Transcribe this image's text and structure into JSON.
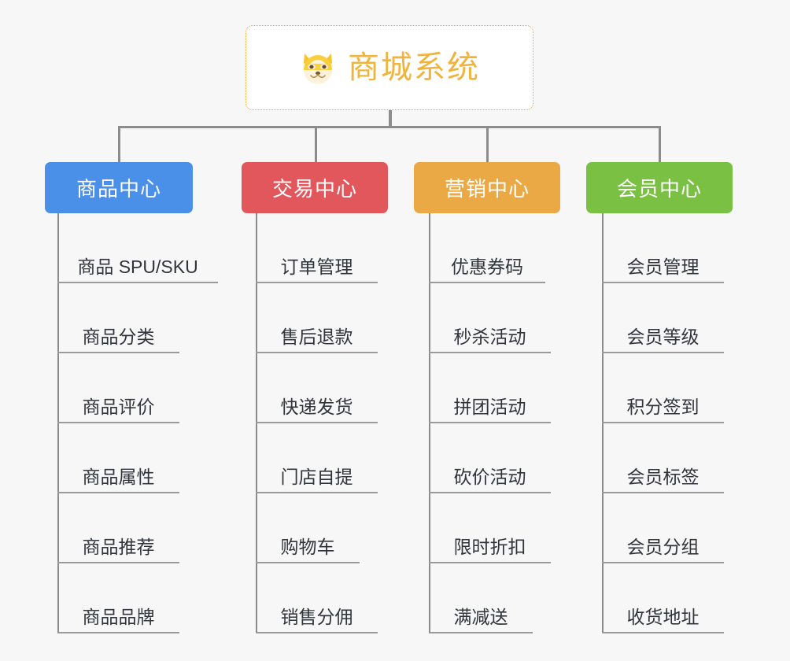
{
  "page": {
    "background_color": "#f7f7f7",
    "type": "org-chart"
  },
  "root": {
    "title": "商城系统",
    "icon": "dog-face-icon",
    "text_color": "#f0b43c",
    "border_color": "#e8a33d",
    "background_color": "#ffffff"
  },
  "columns": [
    {
      "title": "商品中心",
      "color": "#4a90e8",
      "items": [
        "商品 SPU/SKU",
        "商品分类",
        "商品评价",
        "商品属性",
        "商品推荐",
        "商品品牌"
      ]
    },
    {
      "title": "交易中心",
      "color": "#e2575c",
      "items": [
        "订单管理",
        "售后退款",
        "快递发货",
        "门店自提",
        "购物车",
        "销售分佣"
      ]
    },
    {
      "title": "营销中心",
      "color": "#eaa944",
      "items": [
        "优惠券码",
        "秒杀活动",
        "拼团活动",
        "砍价活动",
        "限时折扣",
        "满减送"
      ]
    },
    {
      "title": "会员中心",
      "color": "#7ac143",
      "items": [
        "会员管理",
        "会员等级",
        "积分签到",
        "会员标签",
        "会员分组",
        "收货地址"
      ]
    }
  ]
}
